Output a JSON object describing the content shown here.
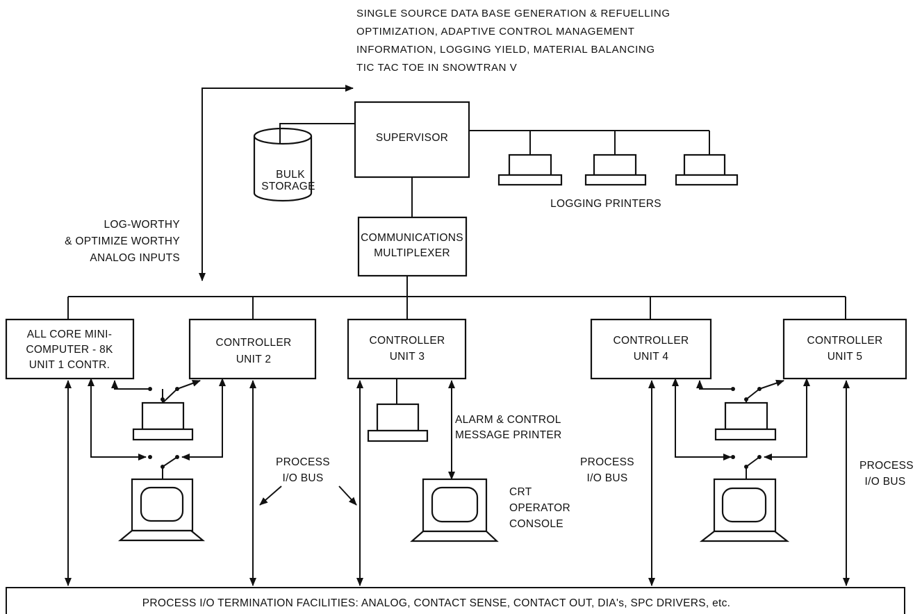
{
  "header": {
    "lines": [
      "SINGLE SOURCE DATA BASE GENERATION & REFUELLING",
      "OPTIMIZATION, ADAPTIVE CONTROL MANAGEMENT",
      "INFORMATION, LOGGING YIELD, MATERIAL BALANCING",
      "TIC TAC TOE IN SNOWTRAN V"
    ]
  },
  "supervisor": "SUPERVISOR",
  "bulk_storage": [
    "BULK",
    "STORAGE"
  ],
  "logging_printers": "LOGGING PRINTERS",
  "analog_inputs": [
    "LOG-WORTHY",
    "& OPTIMIZE WORTHY",
    "ANALOG INPUTS"
  ],
  "multiplexer": [
    "COMMUNICATIONS",
    "MULTIPLEXER"
  ],
  "units": [
    {
      "lines": [
        "ALL CORE MINI-",
        "COMPUTER - 8K",
        "UNIT 1 CONTR."
      ]
    },
    {
      "lines": [
        "CONTROLLER",
        "UNIT 2"
      ]
    },
    {
      "lines": [
        "CONTROLLER",
        "UNIT 3"
      ]
    },
    {
      "lines": [
        "CONTROLLER",
        "UNIT 4"
      ]
    },
    {
      "lines": [
        "CONTROLLER",
        "UNIT 5"
      ]
    }
  ],
  "alarm_printer": [
    "ALARM & CONTROL",
    "MESSAGE PRINTER"
  ],
  "crt_console": [
    "CRT",
    "OPERATOR",
    "CONSOLE"
  ],
  "process_bus": [
    "PROCESS",
    "I/O BUS"
  ],
  "termination": "PROCESS I/O TERMINATION FACILITIES:  ANALOG, CONTACT SENSE, CONTACT OUT, DIA's, SPC DRIVERS, etc."
}
